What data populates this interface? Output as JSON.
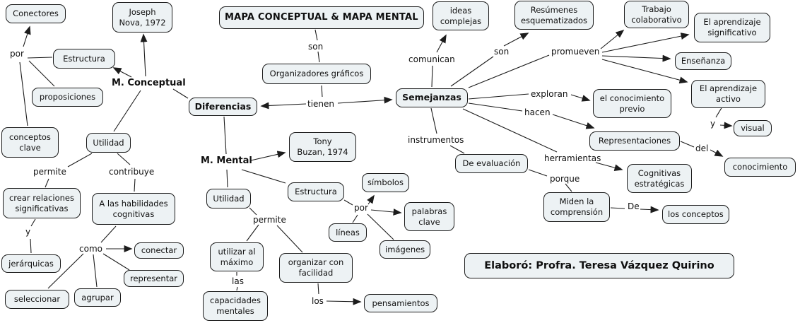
{
  "diagram_type": "concept-map",
  "colors": {
    "background": "#ffffff",
    "node_fill": "#edf2f4",
    "node_border": "#1c1c1c",
    "line": "#1c1c1c",
    "text": "#101010"
  },
  "nodes": {
    "title": "MAPA CONCEPTUAL & MAPA MENTAL",
    "conectores": "Conectores",
    "joseph_nova": "Joseph\nNova, 1972",
    "ideas_complejas": "ideas\ncomplejas",
    "resumenes": "Resúmenes\nesquematizados",
    "trabajo_colaborativo": "Trabajo\ncolaborativo",
    "aprendizaje_significativo": "El aprendizaje\nsignificativo",
    "ensenanza": "Enseñanza",
    "aprendizaje_activo": "El aprendizaje\nactivo",
    "estructura_conceptual": "Estructura",
    "proposiciones": "proposiciones",
    "organizadores_graficos": "Organizadores gráficos",
    "semejanzas": "Semejanzas",
    "conocimiento_previo": "el conocimiento\nprevio",
    "diferencias": "Diferencias",
    "conceptos_clave": "conceptos\nclave",
    "utilidad_conceptual": "Utilidad",
    "representaciones": "Representaciones",
    "visual": "visual",
    "conocimiento": "conocimiento",
    "tony_buzan": "Tony\nBuzan, 1974",
    "de_evaluacion": "De evaluación",
    "cognitivas_estrategicas": "Cognitivas\nestratégicas",
    "crear_relaciones": "crear relaciones\nsignificativas",
    "habilidades_cognitivas": "A las habilidades\ncognitivas",
    "utilidad_mental": "Utilidad",
    "estructura_mental": "Estructura",
    "simbolos": "símbolos",
    "palabras_clave": "palabras\nclave",
    "miden_comprension": "Miden la\ncomprensión",
    "los_conceptos": "los conceptos",
    "lineas": "líneas",
    "imagenes": "imágenes",
    "jerarquicas": "jerárquicas",
    "conectar": "conectar",
    "representar": "representar",
    "utilizar_maximo": "utilizar al\nmáximo",
    "organizar_facilidad": "organizar con\nfacilidad",
    "seleccionar": "seleccionar",
    "agrupar": "agrupar",
    "capacidades_mentales": "capacidades\nmentales",
    "pensamientos": "pensamientos",
    "credito": "Elaboró: Profra. Teresa Vázquez Quirino"
  },
  "link_labels": {
    "por_conceptual": "por",
    "m_conceptual": "M. Conceptual",
    "son_title": "son",
    "comunican": "comunican",
    "son_semejanzas": "son",
    "promueven": "promueven",
    "tienen": "tienen",
    "exploran": "exploran",
    "hacen": "hacen",
    "instrumentos": "instrumentos",
    "herramientas": "herramientas",
    "y_activo": "y",
    "del": "del",
    "m_mental": "M. Mental",
    "permite_conceptual": "permite",
    "contribuye": "contribuye",
    "porque": "porque",
    "de": "De",
    "y_crear": "y",
    "permite_mental": "permite",
    "por_mental": "por",
    "como": "como",
    "las": "las",
    "los": "los"
  },
  "edges": [
    {
      "from": "title",
      "label": "son",
      "to": "organizadores_graficos"
    },
    {
      "from": "organizadores_graficos",
      "label": "tienen",
      "to": "diferencias"
    },
    {
      "from": "organizadores_graficos",
      "label": "tienen",
      "to": "semejanzas"
    },
    {
      "from": "semejanzas",
      "label": "comunican",
      "to": "ideas_complejas"
    },
    {
      "from": "semejanzas",
      "label": "son",
      "to": "resumenes"
    },
    {
      "from": "semejanzas",
      "label": "promueven",
      "to": "trabajo_colaborativo"
    },
    {
      "from": "semejanzas",
      "label": "promueven",
      "to": "aprendizaje_significativo"
    },
    {
      "from": "semejanzas",
      "label": "promueven",
      "to": "ensenanza"
    },
    {
      "from": "semejanzas",
      "label": "promueven",
      "to": "aprendizaje_activo"
    },
    {
      "from": "semejanzas",
      "label": "exploran",
      "to": "conocimiento_previo"
    },
    {
      "from": "semejanzas",
      "label": "hacen",
      "to": "representaciones"
    },
    {
      "from": "semejanzas",
      "label": "instrumentos",
      "to": "de_evaluacion"
    },
    {
      "from": "semejanzas",
      "label": "herramientas",
      "to": "cognitivas_estrategicas"
    },
    {
      "from": "de_evaluacion",
      "label": "porque",
      "to": "miden_comprension"
    },
    {
      "from": "miden_comprension",
      "label": "De",
      "to": "los_conceptos"
    },
    {
      "from": "aprendizaje_activo",
      "label": "y",
      "to": "visual"
    },
    {
      "from": "representaciones",
      "label": "del",
      "to": "conocimiento"
    },
    {
      "from": "diferencias",
      "label": "M. Conceptual",
      "to": "joseph_nova"
    },
    {
      "from": "diferencias",
      "label": "M. Conceptual",
      "to": "estructura_conceptual"
    },
    {
      "from": "diferencias",
      "label": "M. Conceptual",
      "to": "utilidad_conceptual"
    },
    {
      "from": "estructura_conceptual",
      "label": "por",
      "to": "conectores"
    },
    {
      "from": "estructura_conceptual",
      "label": "por",
      "to": "proposiciones"
    },
    {
      "from": "estructura_conceptual",
      "label": "por",
      "to": "conceptos_clave"
    },
    {
      "from": "utilidad_conceptual",
      "label": "permite",
      "to": "crear_relaciones"
    },
    {
      "from": "crear_relaciones",
      "label": "y",
      "to": "jerarquicas"
    },
    {
      "from": "utilidad_conceptual",
      "label": "contribuye",
      "to": "habilidades_cognitivas"
    },
    {
      "from": "habilidades_cognitivas",
      "label": "como",
      "to": "conectar"
    },
    {
      "from": "habilidades_cognitivas",
      "label": "como",
      "to": "representar"
    },
    {
      "from": "habilidades_cognitivas",
      "label": "como",
      "to": "seleccionar"
    },
    {
      "from": "habilidades_cognitivas",
      "label": "como",
      "to": "agrupar"
    },
    {
      "from": "diferencias",
      "label": "M. Mental",
      "to": "tony_buzan"
    },
    {
      "from": "diferencias",
      "label": "M. Mental",
      "to": "estructura_mental"
    },
    {
      "from": "diferencias",
      "label": "M. Mental",
      "to": "utilidad_mental"
    },
    {
      "from": "estructura_mental",
      "label": "por",
      "to": "simbolos"
    },
    {
      "from": "estructura_mental",
      "label": "por",
      "to": "palabras_clave"
    },
    {
      "from": "estructura_mental",
      "label": "por",
      "to": "lineas"
    },
    {
      "from": "estructura_mental",
      "label": "por",
      "to": "imagenes"
    },
    {
      "from": "utilidad_mental",
      "label": "permite",
      "to": "utilizar_maximo"
    },
    {
      "from": "utilidad_mental",
      "label": "permite",
      "to": "organizar_facilidad"
    },
    {
      "from": "utilizar_maximo",
      "label": "las",
      "to": "capacidades_mentales"
    },
    {
      "from": "organizar_facilidad",
      "label": "los",
      "to": "pensamientos"
    }
  ]
}
